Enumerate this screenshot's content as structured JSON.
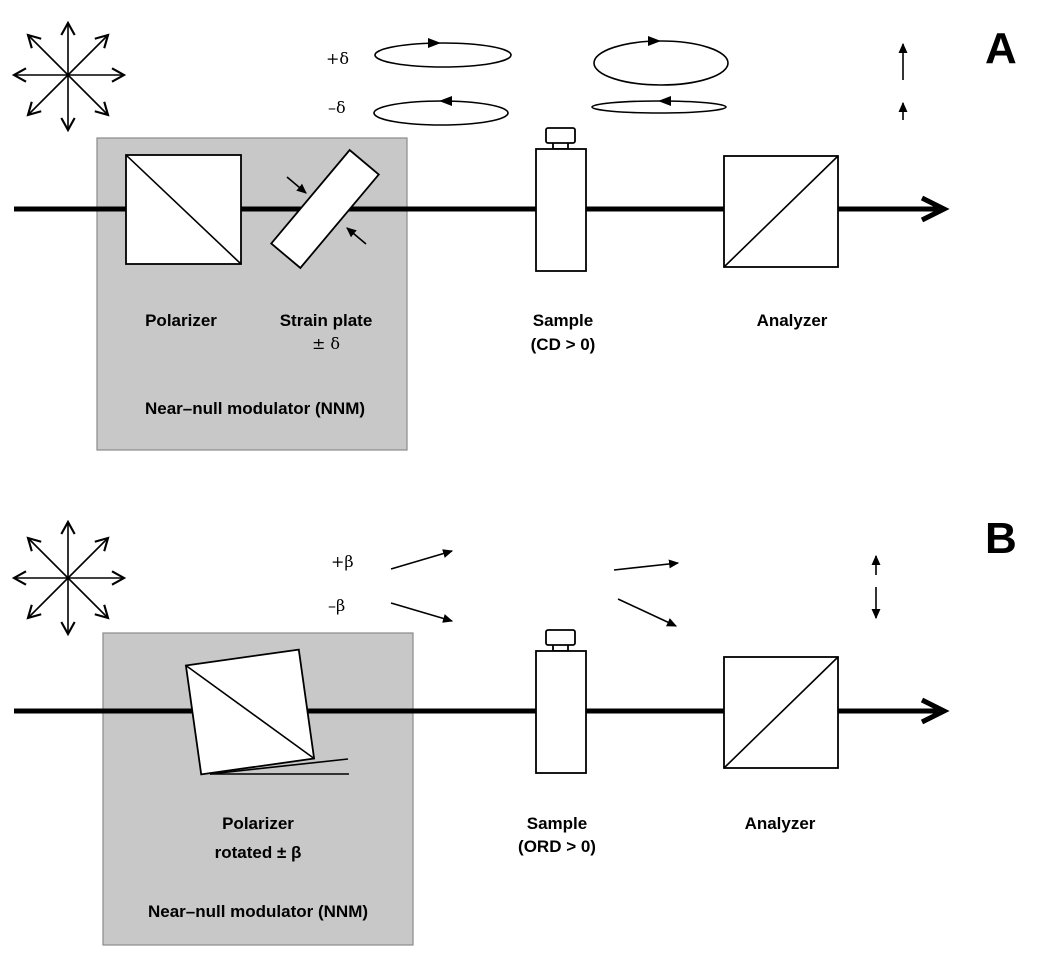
{
  "panel_a": {
    "letter": "A",
    "plus_label": "+δ",
    "minus_label": "–δ",
    "polarizer_label": "Polarizer",
    "strain_plate_label": "Strain plate",
    "strain_plate_sub": "± δ",
    "sample_label": "Sample",
    "sample_sub": "(CD > 0)",
    "analyzer_label": "Analyzer",
    "nnm_label": "Near–null modulator (NNM)"
  },
  "panel_b": {
    "letter": "B",
    "plus_label": "+β",
    "minus_label": "–β",
    "polarizer_label": "Polarizer",
    "polarizer_sub": "rotated ± β",
    "sample_label": "Sample",
    "sample_sub": "(ORD > 0)",
    "analyzer_label": "Analyzer",
    "nnm_label": "Near–null modulator (NNM)"
  },
  "colors": {
    "modulator_box": "#c8c8c8",
    "line": "#000000",
    "background": "#ffffff"
  }
}
